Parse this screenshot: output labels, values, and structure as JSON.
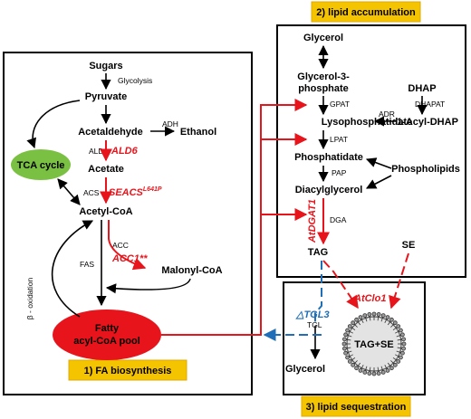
{
  "panels": {
    "fa_label": "1) FA biosynthesis",
    "accum_label": "2) lipid accumulation",
    "seq_label": "3) lipid sequestration"
  },
  "nodes": {
    "sugars": "Sugars",
    "pyruvate": "Pyruvate",
    "acetaldehyde": "Acetaldehyde",
    "ethanol": "Ethanol",
    "acetate": "Acetate",
    "tca": "TCA cycle",
    "acetyl_coa": "Acetyl-CoA",
    "malonyl_coa": "Malonyl-CoA",
    "fatty_line1": "Fatty",
    "fatty_line2": "acyl-CoA pool",
    "glycerol_top": "Glycerol",
    "g3p_line1": "Glycerol-3-",
    "g3p_line2": "phosphate",
    "dhap": "DHAP",
    "acyl_dhap": "1-Acyl-DHAP",
    "lysophosphatidate": "Lysophosphatidate",
    "phosphatidate": "Phosphatidate",
    "phospholipids": "Phospholipids",
    "diacylglycerol": "Diacylglycerol",
    "tag": "TAG",
    "se": "SE",
    "glycerol_bottom": "Glycerol",
    "tag_se": "TAG+SE"
  },
  "enzymes": {
    "glycolysis": "Glycolysis",
    "adh": "ADH",
    "ald": "ALD",
    "acs": "ACS",
    "acc": "ACC",
    "fas": "FAS",
    "beta_ox": "β - oxidation",
    "gpat": "GPAT",
    "dhapat": "DHAPAT",
    "adr": "ADR",
    "lpat": "LPAT",
    "pap": "PAP",
    "dga": "DGA",
    "tgl": "TGL"
  },
  "engineered": {
    "ald6": "ALD6",
    "seacs": "SEACS",
    "seacs_sup": "L641P",
    "acc1": "ACC1**",
    "atdgat1": "AtDGAT1",
    "atclo1": "AtClo1",
    "tgl3": "△TGL3"
  },
  "colors": {
    "overexpression": "#e8141b",
    "deletion": "#1e6fb8",
    "tca_fill": "#7ac143",
    "pool_fill": "#e8141b",
    "label_fill": "#f5c400"
  }
}
